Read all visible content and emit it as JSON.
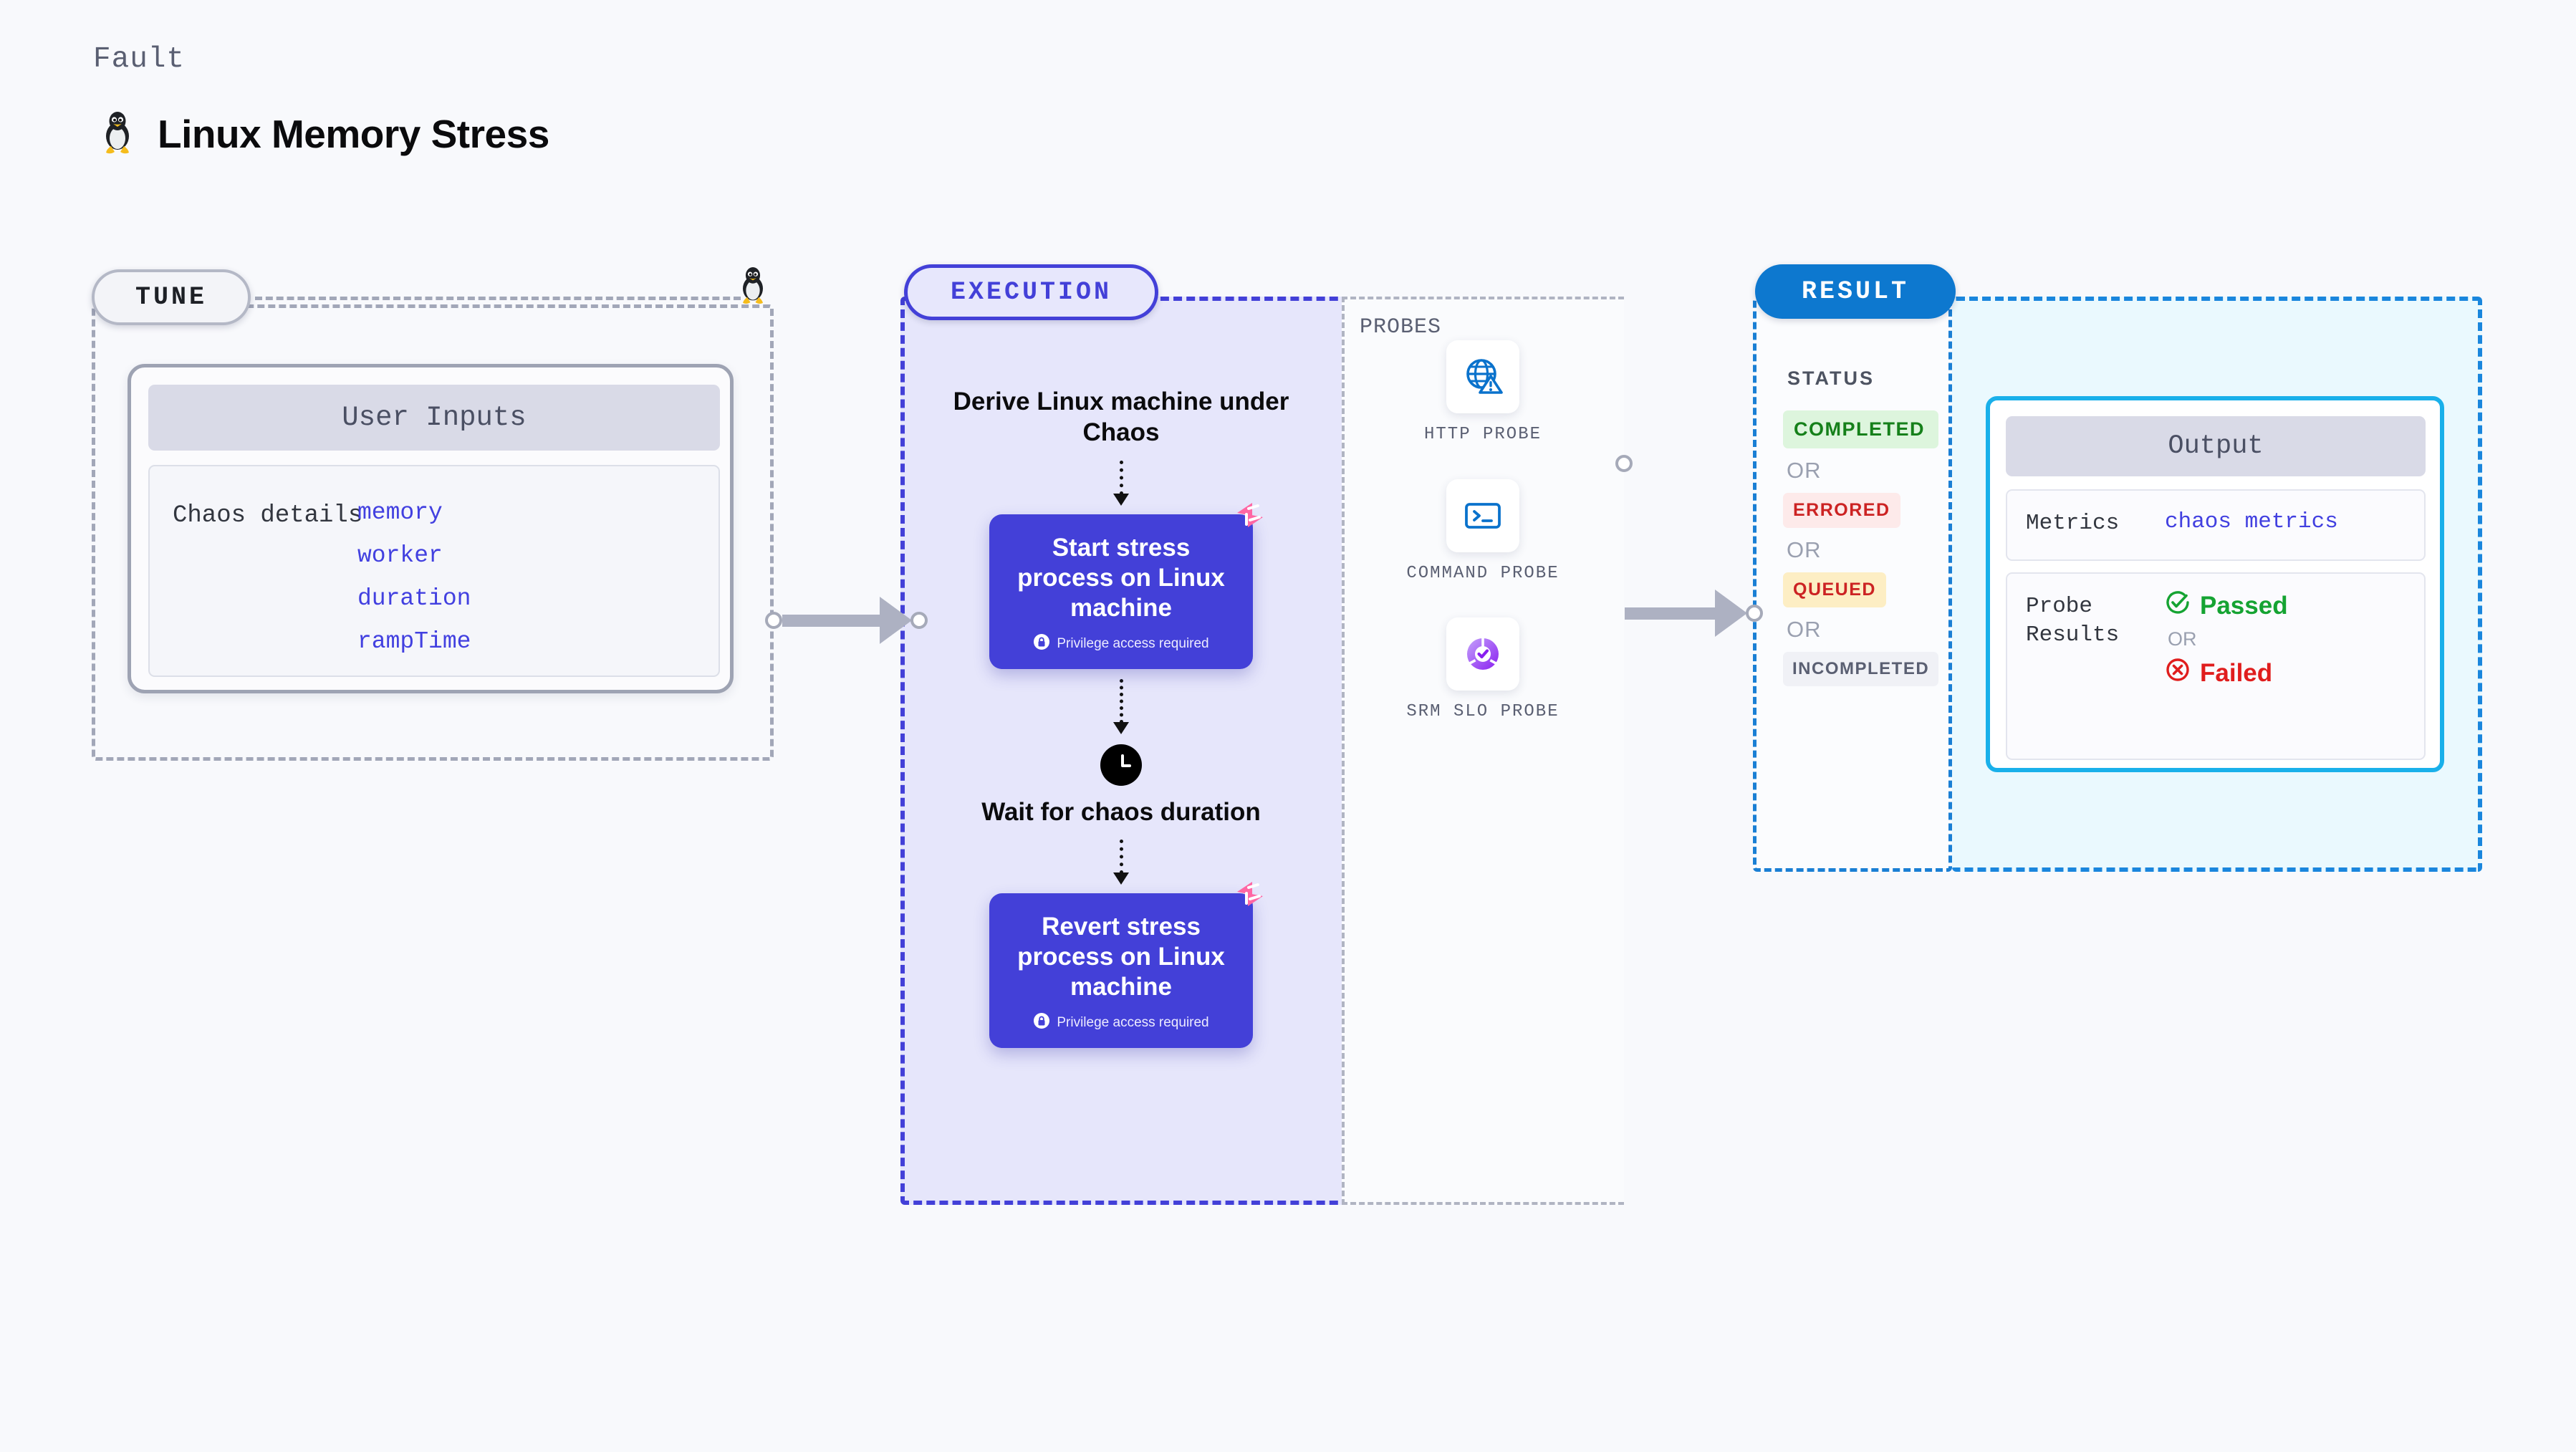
{
  "header": {
    "kicker": "Fault",
    "title": "Linux Memory Stress",
    "icon": "linux-penguin-icon"
  },
  "tune": {
    "pill_label": "TUNE",
    "card_title": "User Inputs",
    "details_label": "Chaos details",
    "params": [
      "memory",
      "worker",
      "duration",
      "rampTime"
    ],
    "icon": "linux-penguin-icon"
  },
  "execution": {
    "pill_label": "EXECUTION",
    "steps": [
      {
        "type": "text",
        "label": "Derive Linux machine under Chaos"
      },
      {
        "type": "action",
        "label": "Start stress process on Linux machine",
        "privilege": "Privilege access required"
      },
      {
        "type": "wait",
        "label": "Wait for chaos duration",
        "icon": "clock-icon"
      },
      {
        "type": "action",
        "label": "Revert stress process on Linux machine",
        "privilege": "Privilege access required"
      }
    ]
  },
  "probes": {
    "label": "PROBES",
    "items": [
      {
        "name": "HTTP PROBE",
        "icon": "globe-warning-icon"
      },
      {
        "name": "COMMAND PROBE",
        "icon": "terminal-icon"
      },
      {
        "name": "SRM SLO PROBE",
        "icon": "slo-donut-check-icon"
      }
    ]
  },
  "result": {
    "pill_label": "RESULT",
    "status_label": "STATUS",
    "or_label": "OR",
    "statuses": [
      {
        "label": "COMPLETED",
        "color": "#15801a",
        "bg": "#ddf5dd"
      },
      {
        "label": "ERRORED",
        "color": "#cc2323",
        "bg": "#fdeaea"
      },
      {
        "label": "QUEUED",
        "color": "#cc2323",
        "bg": "#fdeec4"
      },
      {
        "label": "INCOMPLETED",
        "color": "#5a5f72",
        "bg": "#f0f1f6"
      }
    ],
    "output": {
      "title": "Output",
      "metrics_key": "Metrics",
      "metrics_value": "chaos metrics",
      "probe_key": "Probe Results",
      "passed_label": "Passed",
      "failed_label": "Failed",
      "or_label": "OR",
      "passed_color": "#15a332",
      "failed_color": "#e01d1d"
    }
  },
  "colors": {
    "accent_purple": "#4340d8",
    "accent_blue": "#0d78cf",
    "harness_pink": "#ff67a4",
    "grey_dash": "#a2a7b8"
  }
}
